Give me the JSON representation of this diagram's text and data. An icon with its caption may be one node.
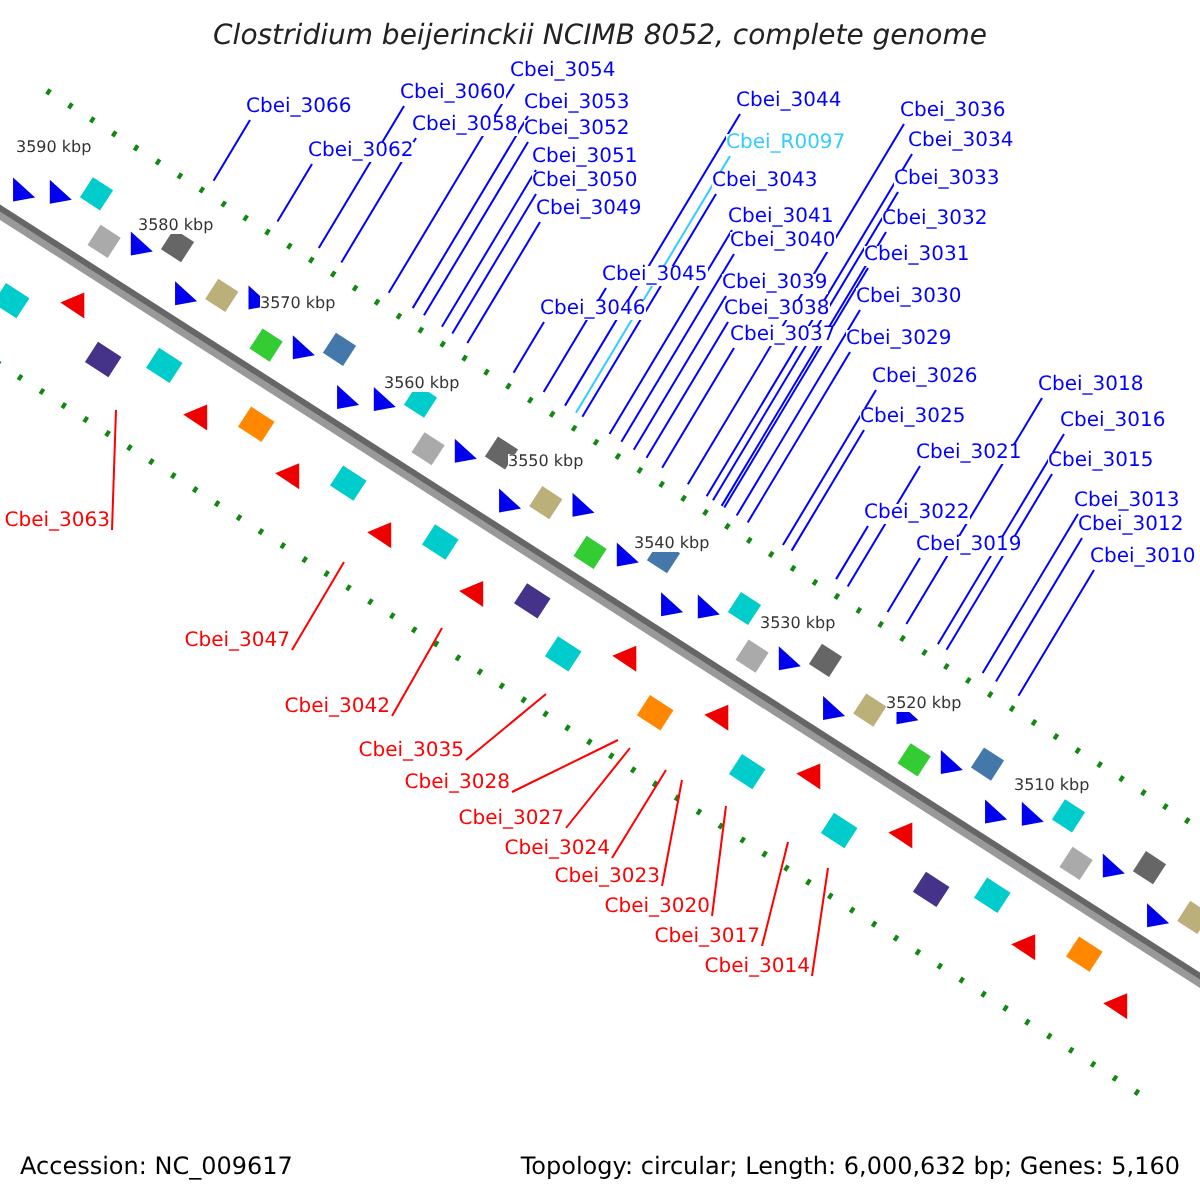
{
  "diagram": {
    "title": "Clostridium beijerinckii NCIMB 8052, complete genome",
    "nodes": [
      {
        "text": [
          "Cbei_3066"
        ]
      },
      {
        "text": [
          "Cbei_3062"
        ]
      },
      {
        "text": [
          "Cbei_3060"
        ]
      },
      {
        "text": [
          "Cbei_3058"
        ]
      },
      {
        "text": [
          "Cbei_3054"
        ]
      },
      {
        "text": [
          "Cbei_3053"
        ]
      },
      {
        "text": [
          "Cbei_3052"
        ]
      },
      {
        "text": [
          "Cbei_3051"
        ]
      },
      {
        "text": [
          "Cbei_3050"
        ]
      },
      {
        "text": [
          "Cbei_3049"
        ]
      },
      {
        "text": [
          "Cbei_3046"
        ]
      },
      {
        "text": [
          "Cbei_3045"
        ]
      },
      {
        "text": [
          "Cbei_3044"
        ]
      },
      {
        "text": [
          "Cbei_R0097"
        ]
      },
      {
        "text": [
          "Cbei_3043"
        ]
      },
      {
        "text": [
          "Cbei_3041"
        ]
      },
      {
        "text": [
          "Cbei_3040"
        ]
      },
      {
        "text": [
          "Cbei_3039"
        ]
      },
      {
        "text": [
          "Cbei_3038"
        ]
      },
      {
        "text": [
          "Cbei_3037"
        ]
      },
      {
        "text": [
          "Cbei_3036"
        ]
      },
      {
        "text": [
          "Cbei_3034"
        ]
      },
      {
        "text": [
          "Cbei_3033"
        ]
      },
      {
        "text": [
          "Cbei_3032"
        ]
      },
      {
        "text": [
          "Cbei_3031"
        ]
      },
      {
        "text": [
          "Cbei_3030"
        ]
      },
      {
        "text": [
          "Cbei_3029"
        ]
      },
      {
        "text": [
          "Cbei_3026"
        ]
      },
      {
        "text": [
          "Cbei_3025"
        ]
      },
      {
        "text": [
          "Cbei_3021"
        ]
      },
      {
        "text": [
          "Cbei_3022"
        ]
      },
      {
        "text": [
          "Cbei_3019"
        ]
      },
      {
        "text": [
          "Cbei_3018"
        ]
      },
      {
        "text": [
          "Cbei_3016"
        ]
      },
      {
        "text": [
          "Cbei_3015"
        ]
      },
      {
        "text": [
          "Cbei_3013"
        ]
      },
      {
        "text": [
          "Cbei_3012"
        ]
      },
      {
        "text": [
          "Cbei_3010"
        ]
      },
      {
        "text": [
          "Cbei_3063"
        ]
      },
      {
        "text": [
          "Cbei_3047"
        ]
      },
      {
        "text": [
          "Cbei_3042"
        ]
      },
      {
        "text": [
          "Cbei_3035"
        ]
      },
      {
        "text": [
          "Cbei_3028"
        ]
      },
      {
        "text": [
          "Cbei_3027"
        ]
      },
      {
        "text": [
          "Cbei_3024"
        ]
      },
      {
        "text": [
          "Cbei_3023"
        ]
      },
      {
        "text": [
          "Cbei_3020"
        ]
      },
      {
        "text": [
          "Cbei_3017"
        ]
      },
      {
        "text": [
          "Cbei_3014"
        ]
      }
    ],
    "edges": [
      {
        "from": 0,
        "to": null,
        "arrow": "none"
      },
      {
        "from": 1,
        "to": null,
        "arrow": "none"
      },
      {
        "from": 2,
        "to": null,
        "arrow": "none"
      },
      {
        "from": 3,
        "to": null,
        "arrow": "none"
      },
      {
        "from": 4,
        "to": null,
        "arrow": "none"
      },
      {
        "from": 5,
        "to": null,
        "arrow": "none"
      },
      {
        "from": 6,
        "to": null,
        "arrow": "none"
      },
      {
        "from": 7,
        "to": null,
        "arrow": "none"
      },
      {
        "from": 8,
        "to": null,
        "arrow": "none"
      },
      {
        "from": 9,
        "to": null,
        "arrow": "none"
      },
      {
        "from": 10,
        "to": null,
        "arrow": "none"
      },
      {
        "from": 11,
        "to": null,
        "arrow": "none"
      },
      {
        "from": 12,
        "to": null,
        "arrow": "none"
      },
      {
        "from": 13,
        "to": null,
        "arrow": "none",
        "color": "#33ccff"
      },
      {
        "from": 14,
        "to": null,
        "arrow": "none"
      },
      {
        "from": 15,
        "to": null,
        "arrow": "none"
      },
      {
        "from": 16,
        "to": null,
        "arrow": "none"
      },
      {
        "from": 17,
        "to": null,
        "arrow": "none"
      },
      {
        "from": 18,
        "to": null,
        "arrow": "none"
      },
      {
        "from": 19,
        "to": null,
        "arrow": "none"
      },
      {
        "from": 20,
        "to": null,
        "arrow": "none"
      },
      {
        "from": 21,
        "to": null,
        "arrow": "none"
      },
      {
        "from": 22,
        "to": null,
        "arrow": "none"
      },
      {
        "from": 23,
        "to": null,
        "arrow": "none"
      },
      {
        "from": 24,
        "to": null,
        "arrow": "none"
      },
      {
        "from": 25,
        "to": null,
        "arrow": "none"
      },
      {
        "from": 26,
        "to": null,
        "arrow": "none"
      },
      {
        "from": 27,
        "to": null,
        "arrow": "none"
      },
      {
        "from": 28,
        "to": null,
        "arrow": "none"
      },
      {
        "from": 29,
        "to": null,
        "arrow": "none"
      },
      {
        "from": 30,
        "to": null,
        "arrow": "none"
      },
      {
        "from": 31,
        "to": null,
        "arrow": "none"
      },
      {
        "from": 32,
        "to": null,
        "arrow": "none"
      },
      {
        "from": 33,
        "to": null,
        "arrow": "none"
      },
      {
        "from": 34,
        "to": null,
        "arrow": "none"
      },
      {
        "from": 35,
        "to": null,
        "arrow": "none"
      },
      {
        "from": 36,
        "to": null,
        "arrow": "none"
      },
      {
        "from": 37,
        "to": null,
        "arrow": "none"
      },
      {
        "from": 38,
        "to": null,
        "arrow": "none",
        "color": "#ff0000"
      },
      {
        "from": 39,
        "to": null,
        "arrow": "none",
        "color": "#ff0000"
      },
      {
        "from": 40,
        "to": null,
        "arrow": "none",
        "color": "#ff0000"
      },
      {
        "from": 41,
        "to": null,
        "arrow": "none",
        "color": "#ff0000"
      },
      {
        "from": 42,
        "to": null,
        "arrow": "none",
        "color": "#ff0000"
      },
      {
        "from": 43,
        "to": null,
        "arrow": "none",
        "color": "#ff0000"
      },
      {
        "from": 44,
        "to": null,
        "arrow": "none",
        "color": "#ff0000"
      },
      {
        "from": 45,
        "to": null,
        "arrow": "none",
        "color": "#ff0000"
      },
      {
        "from": 46,
        "to": null,
        "arrow": "none",
        "color": "#ff0000"
      },
      {
        "from": 47,
        "to": null,
        "arrow": "none",
        "color": "#ff0000"
      },
      {
        "from": 48,
        "to": null,
        "arrow": "none",
        "color": "#ff0000"
      }
    ],
    "labels": [
      "3590 kbp",
      "3580 kbp",
      "3570 kbp",
      "3560 kbp",
      "3550 kbp",
      "3540 kbp",
      "3530 kbp",
      "3520 kbp",
      "3510 kbp",
      "Accession: NC_009617",
      "Topology: circular; Length: 6,000,632 bp; Genes: 5,160"
    ]
  }
}
